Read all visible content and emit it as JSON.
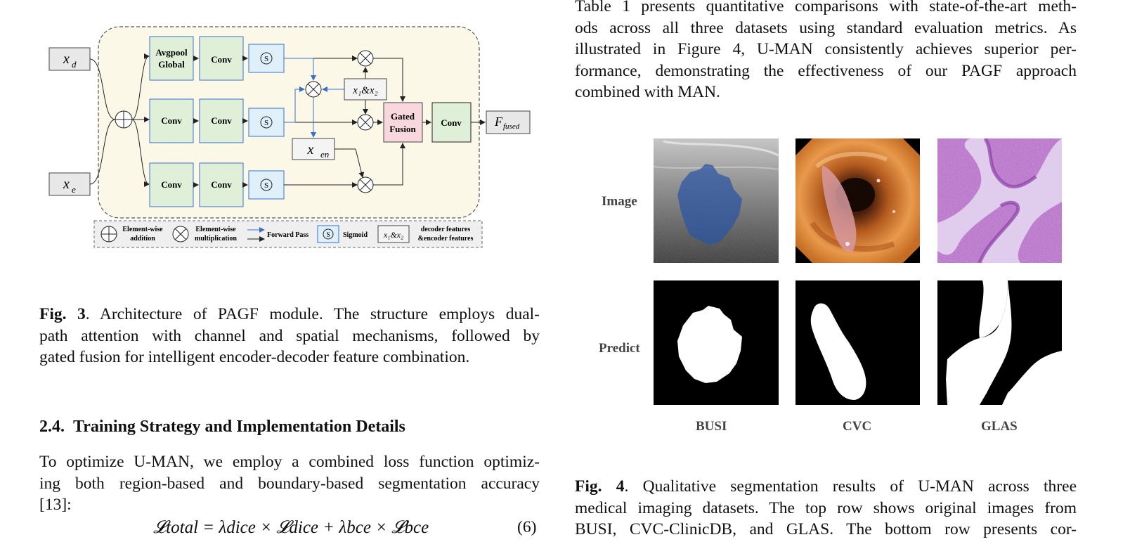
{
  "left_column": {
    "figure3": {
      "inputs": {
        "xd": "x",
        "xd_sub": "d",
        "xe": "x",
        "xe_sub": "e"
      },
      "blocks": {
        "avgpool_line1": "Avgpool",
        "avgpool_line2": "Global",
        "conv": "Conv",
        "sigmoid": "S",
        "x1x2": "x₁&x₂",
        "xen": "x",
        "xen_sub": "en",
        "gated_line1": "Gated",
        "gated_line2": "Fusion",
        "out_conv": "Conv",
        "fused": "F",
        "fused_sub": "fused"
      },
      "legend": {
        "add_line1": "Element-wise",
        "add_line2": "addition",
        "mul_line1": "Element-wise",
        "mul_line2": "multiplication",
        "forward": "Forward Pass",
        "sigmoid_icon": "S",
        "sigmoid": "Sigmoid",
        "x1x2_icon": "x₁&x₂",
        "dec_line1": "decoder features",
        "dec_line2": "&encoder features"
      },
      "caption_label": "Fig. 3",
      "caption_lines": [
        ". Architecture of PAGF module. The structure employs dual-",
        "path attention with channel and spatial mechanisms, followed by",
        "gated fusion for intelligent encoder-decoder feature combination."
      ]
    },
    "section": {
      "number": "2.4.",
      "title": "Training Strategy and Implementation Details"
    },
    "paragraph_lines": [
      "To optimize U-MAN, we employ a combined loss function optimiz-",
      "ing both region-based and boundary-based segmentation accuracy",
      "[13]:"
    ],
    "equation": {
      "text": "𝓛total = λdice × 𝓛dice + λbce × 𝓛bce",
      "number": "(6)"
    }
  },
  "right_column": {
    "intro_lines": [
      "Table 1 presents quantitative comparisons with state-of-the-art meth-",
      "ods across all three datasets using standard evaluation metrics.  As",
      "illustrated in Figure 4, U-MAN consistently achieves superior per-",
      "formance, demonstrating the effectiveness of our PAGF approach",
      "combined with MAN."
    ],
    "figure4": {
      "row_labels": [
        "Image",
        "Predict"
      ],
      "col_labels": [
        "BUSI",
        "CVC",
        "GLAS"
      ],
      "caption_label": "Fig. 4",
      "caption_lines": [
        ".  Qualitative segmentation results of U-MAN across three",
        "medical imaging datasets. The top row shows original images from",
        "BUSI, CVC-ClinicDB, and GLAS. The bottom row presents cor-"
      ]
    }
  }
}
